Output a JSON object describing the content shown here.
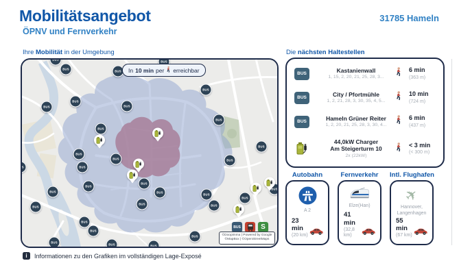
{
  "header": {
    "title": "Mobilitätsangebot",
    "subtitle": "ÖPNV und Fernverkehr",
    "location": "31785 Hameln"
  },
  "map_section": {
    "label": {
      "prefix": "Ihre",
      "bold": "Mobilität",
      "suffix": "in der Umgebung"
    },
    "pill": {
      "prefix": "In",
      "time": "10 min",
      "middle": "per",
      "suffix": "erreichbar"
    },
    "bus_pin_label": "BUS",
    "bus_pins": [
      [
        64,
        14
      ],
      [
        140,
        17
      ],
      [
        207,
        3
      ],
      [
        49,
        0
      ],
      [
        268,
        44
      ],
      [
        287,
        88
      ],
      [
        349,
        127
      ],
      [
        303,
        147
      ],
      [
        325,
        202
      ],
      [
        368,
        189
      ],
      [
        269,
        197
      ],
      [
        280,
        213
      ],
      [
        252,
        258
      ],
      [
        36,
        69
      ],
      [
        78,
        61
      ],
      [
        153,
        68
      ],
      [
        115,
        101
      ],
      [
        83,
        138
      ],
      [
        137,
        145
      ],
      [
        88,
        157
      ],
      [
        -2,
        157
      ],
      [
        97,
        185
      ],
      [
        45,
        193
      ],
      [
        20,
        215
      ],
      [
        178,
        181
      ],
      [
        201,
        194
      ],
      [
        175,
        211
      ],
      [
        91,
        237
      ],
      [
        104,
        250
      ],
      [
        47,
        267
      ],
      [
        131,
        270
      ],
      [
        192,
        272
      ]
    ],
    "charger_pins": [
      [
        113,
        121
      ],
      [
        198,
        111
      ],
      [
        170,
        156
      ],
      [
        161,
        172
      ],
      [
        316,
        222
      ],
      [
        341,
        191
      ],
      [
        361,
        183
      ]
    ],
    "legend": {
      "bus": "BUS",
      "sbahn": "S"
    },
    "attribution_line1": "©Doopimma | Powered by Google",
    "attribution_line2": "©MapBox | ©OpenStreetMaps"
  },
  "stops_section": {
    "label": {
      "prefix": "Die",
      "bold": "nächsten Haltestellen"
    },
    "stops": [
      {
        "type": "bus",
        "name": "Kastanienwall",
        "lines": "1, 15, 2, 20, 21, 25, 28, 3...",
        "time": "6 min",
        "distance": "(363 m)"
      },
      {
        "type": "bus",
        "name": "City / Pfortmühle",
        "lines": "1, 2, 21, 28, 3, 30, 35, 4, 5...",
        "time": "10 min",
        "distance": "(724 m)"
      },
      {
        "type": "bus",
        "name": "Hameln Grüner Reiter",
        "lines": "1, 2, 20, 21, 25, 28, 3, 30, 4...",
        "time": "6 min",
        "distance": "(437 m)"
      },
      {
        "type": "charger",
        "name": "44,0kW Charger",
        "name2": "Am Steigerturm 10",
        "lines": "2x (22kW)",
        "time": "< 3 min",
        "distance": "(< 300 m)"
      }
    ]
  },
  "travel_cards": [
    {
      "title": "Autobahn",
      "icon": "motorway-icon",
      "destination": "A 2",
      "time": "23 min",
      "distance": "(20 km)"
    },
    {
      "title": "Fernverkehr",
      "icon": "train-icon",
      "destination": "Elze(Han)",
      "time": "41 min",
      "distance": "(32,8 km)"
    },
    {
      "title": "Intl. Flughafen",
      "icon": "plane-icon",
      "destination": "Hannover, Langenhagen",
      "time": "55 min",
      "distance": "(67 km)"
    }
  ],
  "footer": {
    "info": "Informationen zu den Grafiken im vollständigen Lage-Exposé"
  },
  "colors": {
    "primary_blue": "#1157a8",
    "secondary_blue": "#3081c4",
    "outline_navy": "#1e2b49",
    "bus_badge": "#3f6379",
    "map_pin": "#2e4356",
    "isochrone_blue": "#bec8dd",
    "isochrone_mauve": "#ab89a3",
    "charger_green": "#a9b53a",
    "car_red": "#c2473a",
    "legend_red": "#c2402f",
    "legend_green": "#3e8e41"
  }
}
